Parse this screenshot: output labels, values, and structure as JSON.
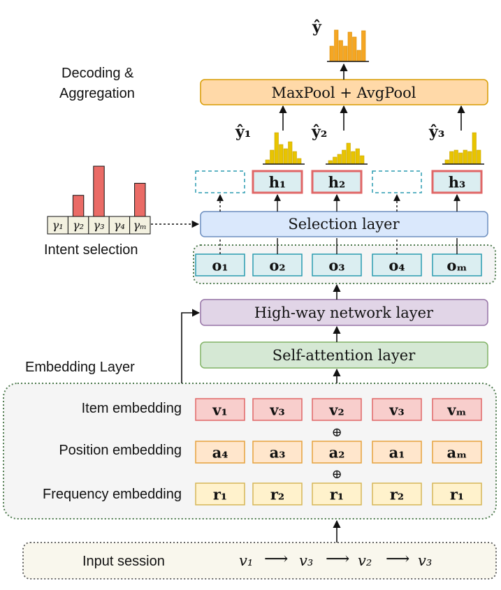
{
  "colors": {
    "pink_fill": "#f8cecc",
    "pink_stroke": "#e06666",
    "orange_fill": "#ffe6cc",
    "orange_stroke": "#e6a23c",
    "yellow_fill": "#fff2cc",
    "yellow_stroke": "#d6b656",
    "teal_fill": "#dbeef1",
    "teal_stroke": "#2a9bb0",
    "blue_fill": "#dae8fc",
    "blue_stroke": "#6c8ebf",
    "purple_fill": "#e1d5e7",
    "purple_stroke": "#9673a6",
    "green_fill": "#d5e8d4",
    "green_stroke": "#82b366",
    "pool_fill": "#ffd9a8",
    "pool_stroke": "#d79b00",
    "hist_yellow": "#e8c400",
    "hist_orange": "#f5a623",
    "gamma_bar": "#ea6b66",
    "panel_fill": "#f5f5f5",
    "panel_stroke": "#4d7a4d",
    "input_fill": "#f9f7ed"
  },
  "labels": {
    "decoding": [
      "Decoding &",
      "Aggregation"
    ],
    "embedding_layer": "Embedding Layer",
    "intent_selection": "Intent selection",
    "item_embedding": "Item embedding",
    "position_embedding": "Position embedding",
    "frequency_embedding": "Frequency embedding",
    "input_session": "Input session"
  },
  "layers": {
    "pool": "MaxPool + AvgPool",
    "selection": "Selection layer",
    "highway": "High-way network layer",
    "self_attention": "Self-attention layer"
  },
  "outputs": {
    "y_hat": "ŷ",
    "y1": "ŷ₁",
    "y2": "ŷ₂",
    "y3": "ŷ₃"
  },
  "hidden": [
    "h₁",
    "h₂",
    "h₃"
  ],
  "o_row": [
    "o₁",
    "o₂",
    "o₃",
    "o₄",
    "oₘ"
  ],
  "item_row": [
    "v₁",
    "v₃",
    "v₂",
    "v₃",
    "vₘ"
  ],
  "position_row": [
    "a₄",
    "a₃",
    "a₂",
    "a₁",
    "aₘ"
  ],
  "frequency_row": [
    "r₁",
    "r₂",
    "r₁",
    "r₂",
    "r₁"
  ],
  "oplus": "⊕",
  "gammas": [
    "γ₁",
    "γ₂",
    "γ₃",
    "γ₄",
    "γₘ"
  ],
  "gamma_values": [
    0,
    0.42,
    1.0,
    0,
    0.66
  ],
  "session": {
    "items": [
      "v₁",
      "v₃",
      "v₂",
      "v₃"
    ],
    "arrow": "⟶"
  }
}
